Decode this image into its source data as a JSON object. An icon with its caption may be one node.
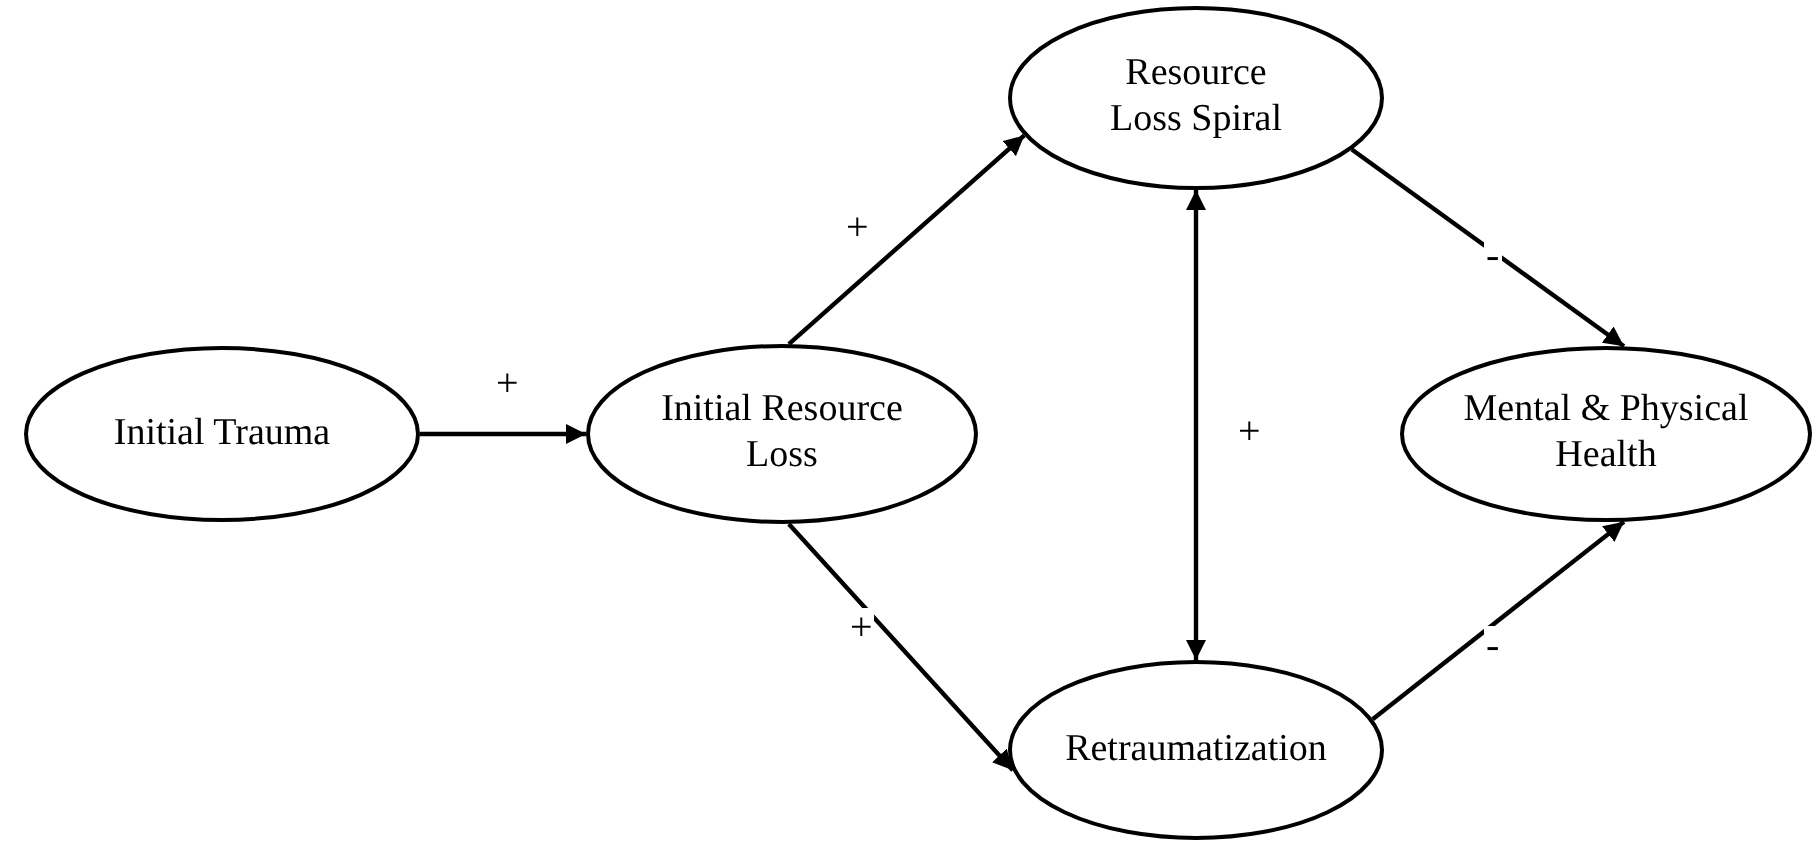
{
  "diagram": {
    "nodes": [
      {
        "text": [
          "Initial Trauma"
        ]
      },
      {
        "text": [
          "Initial Resource Loss"
        ]
      },
      {
        "text": [
          "Resource Loss Spiral"
        ]
      },
      {
        "text": [
          "Mental & Physical Health"
        ]
      },
      {
        "text": [
          "Retraumatization"
        ]
      }
    ],
    "edges": [
      {
        "from": 0,
        "to": 1,
        "arrow": "to",
        "label": "+"
      },
      {
        "from": 1,
        "to": 2,
        "arrow": "to",
        "label": "+"
      },
      {
        "from": 1,
        "to": 4,
        "arrow": "to",
        "label": "+"
      },
      {
        "from": 2,
        "to": 4,
        "arrow": "both",
        "label": "+"
      },
      {
        "from": 2,
        "to": 3,
        "arrow": "to",
        "label": "-"
      },
      {
        "from": 4,
        "to": 3,
        "arrow": "to",
        "label": "-"
      }
    ]
  }
}
